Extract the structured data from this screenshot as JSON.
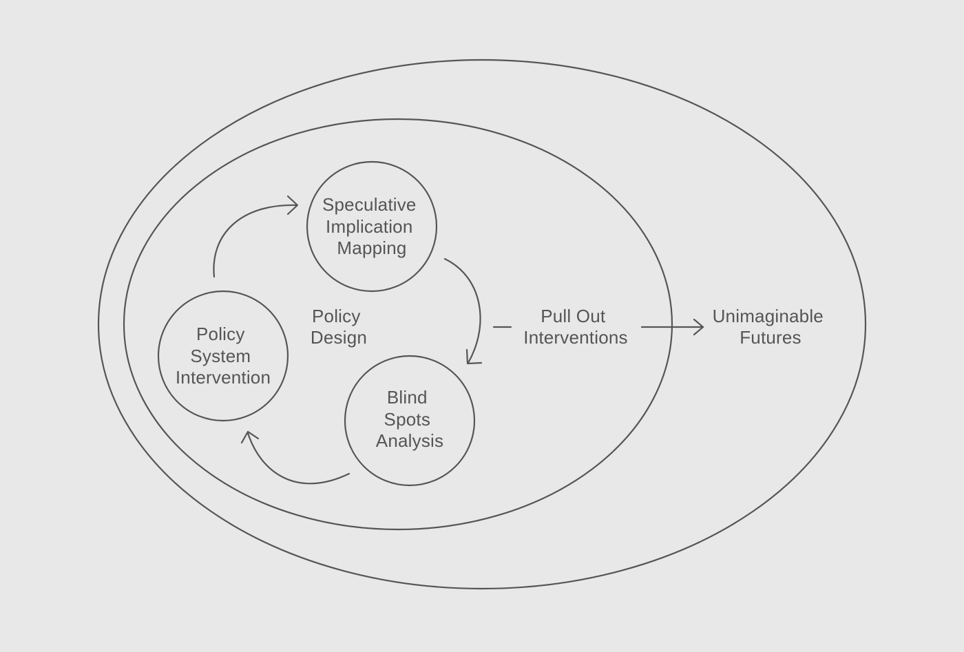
{
  "diagram": {
    "colors": {
      "background": "#e8e8e8",
      "stroke": "#555555",
      "text": "#555555"
    },
    "outer_region": {
      "label": [
        "Unimaginable",
        "Futures"
      ]
    },
    "inner_region": {
      "label": [
        "Policy",
        "Design"
      ]
    },
    "nodes": {
      "speculative": {
        "label": [
          "Speculative",
          "Implication",
          "Mapping"
        ]
      },
      "blind_spots": {
        "label": [
          "Blind",
          "Spots",
          "Analysis"
        ]
      },
      "policy_system": {
        "label": [
          "Policy",
          "System",
          "Intervention"
        ]
      }
    },
    "pull_out": {
      "label": [
        "Pull Out",
        "Interventions"
      ]
    },
    "cycle_order": [
      "speculative",
      "blind_spots",
      "policy_system"
    ]
  }
}
